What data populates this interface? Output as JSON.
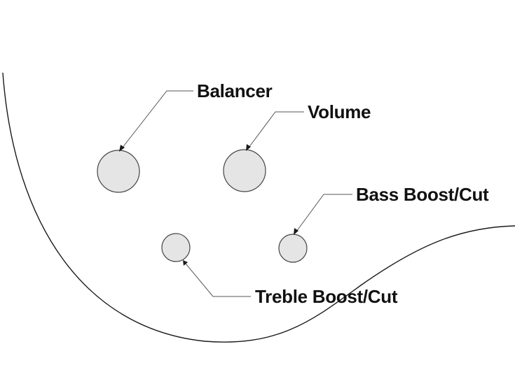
{
  "diagram": {
    "colors": {
      "knob_fill": "#e5e5e5",
      "outline": "#1a1a1a"
    },
    "labels": {
      "balancer": "Balancer",
      "volume": "Volume",
      "bass": "Bass Boost/Cut",
      "treble": "Treble Boost/Cut"
    }
  }
}
